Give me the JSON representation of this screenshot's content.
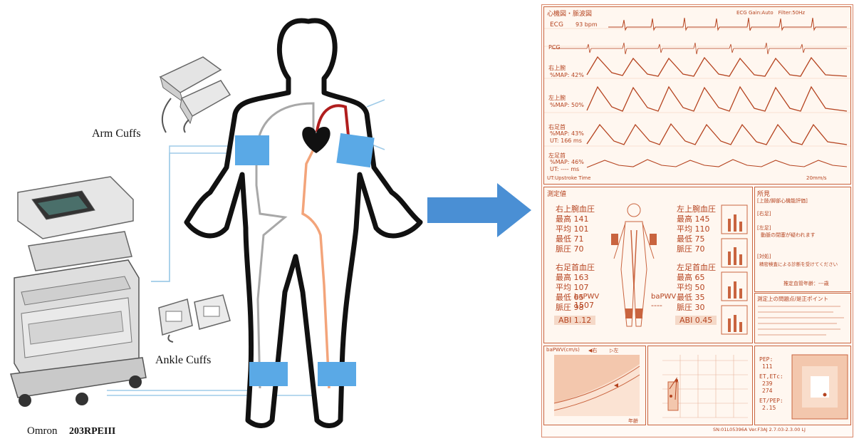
{
  "labels": {
    "arm_cuffs": "Arm Cuffs",
    "ankle_cuffs": "Ankle Cuffs",
    "device_brand": "Omron",
    "device_model": "203RPEIII"
  },
  "colors": {
    "cuff": "#5aa9e6",
    "artery_red": "#b01e1e",
    "artery_orange": "#f3a47a",
    "artery_gray": "#a8a8a8",
    "connector": "#9fcbe8",
    "arrow": "#4a8fd4",
    "report_ink": "#b5431f"
  },
  "report": {
    "header_title": "心機図・脈波図",
    "header_gain": "ECG Gain:Auto　Filter:50Hz",
    "ecg_label": "ECG",
    "ecg_rate": "93 bpm",
    "pcg_label": "PCG",
    "right_arm_label": "右上腕",
    "right_arm_map": "%MAP: 42%",
    "left_arm_label": "左上腕",
    "left_arm_map": "%MAP: 50%",
    "right_ankle_label": "右足首",
    "right_ankle_map": "%MAP: 43%",
    "right_ankle_ut": "UT: 166 ms",
    "left_ankle_label": "左足首",
    "left_ankle_map": "%MAP: 46%",
    "left_ankle_ut": "UT: ---- ms",
    "ut_note": "UT:Upstroke Time",
    "scale_note": "20mm/s",
    "measured_title": "測定値",
    "right_arm_bp_title": "右上腕血圧",
    "right_arm_bp": [
      {
        "k": "最高",
        "v": "141"
      },
      {
        "k": "平均",
        "v": "101"
      },
      {
        "k": "最低",
        "v": "71"
      },
      {
        "k": "脈圧",
        "v": "70"
      }
    ],
    "left_arm_bp_title": "左上腕血圧",
    "left_arm_bp": [
      {
        "k": "最高",
        "v": "145"
      },
      {
        "k": "平均",
        "v": "110"
      },
      {
        "k": "最低",
        "v": "75"
      },
      {
        "k": "脈圧",
        "v": "70"
      }
    ],
    "right_ankle_bp_title": "右足首血圧",
    "right_ankle_bp": [
      {
        "k": "最高",
        "v": "163"
      },
      {
        "k": "平均",
        "v": "107"
      },
      {
        "k": "最低",
        "v": "65"
      },
      {
        "k": "脈圧",
        "v": "98"
      }
    ],
    "left_ankle_bp_title": "左足首血圧",
    "left_ankle_bp": [
      {
        "k": "最高",
        "v": "65"
      },
      {
        "k": "平均",
        "v": "50"
      },
      {
        "k": "最低",
        "v": "35"
      },
      {
        "k": "脈圧",
        "v": "30"
      }
    ],
    "abi_right": "ABI 1.12",
    "abi_left": "ABI 0.45",
    "bapwv_label": "baPWV",
    "bapwv_right": "1507",
    "bapwv_left": "----",
    "findings_title": "所見",
    "findings_sub": "[上肢/脚部心機能評価]",
    "findings_right": "[右足]",
    "findings_left": "[左足]",
    "findings_line1": "動脈の閉塞が疑われます",
    "findings_action": "[対処]",
    "findings_line2": "精密検査による診断を受けてください",
    "vascular_age": "推定血管年齢：---歳",
    "points_title": "測定上の問題点/是正ポイント",
    "pwv_chart_title": "baPWV(cm/s)",
    "pwv_right": "◀右",
    "pwv_left": "▷左",
    "age_axis": "年齢",
    "pep_label": "PEP:",
    "pep_value": "111",
    "etc_label": "ET,ETc:",
    "et_value": "239",
    "etc_value": "274",
    "etpep_label": "ET/PEP:",
    "etpep_value": "2.15",
    "footer": "SN:01L05396A Ver.F3AJ 2.7.03-2.3.00 LJ"
  }
}
